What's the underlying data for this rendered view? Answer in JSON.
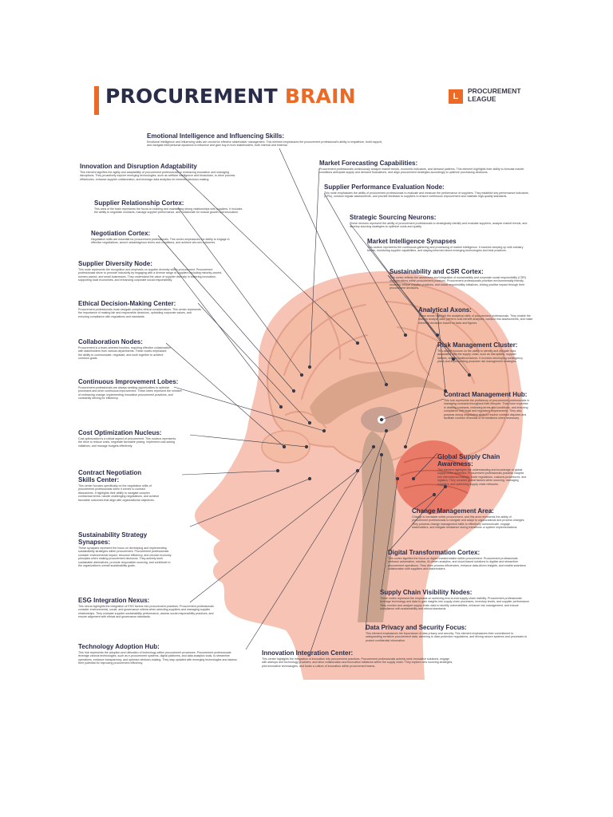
{
  "header": {
    "title_main": "PROCUREMENT ",
    "title_accent": "BRAIN",
    "logo_line1": "PROCUREMENT",
    "logo_line2": "LEAGUE"
  },
  "callouts": [
    {
      "title": "Emotional Intelligence and Influencing Skills:",
      "body": "Emotional intelligence and influencing skills are crucial for effective stakeholder management. This element emphasizes the procurement professional's ability to empathize, build rapport, and navigate interpersonal dynamics to influence and gain buy-in from stakeholders, both internal and external."
    },
    {
      "title": "Innovation and Disruption Adaptability",
      "body": "This element signifies the agility and adaptability of procurement professionals in embracing innovation and managing disruptions. They proactively explore emerging technologies, such as artificial intelligence and blockchain, to drive process efficiencies, enhance supplier collaboration, and leverage data analytics for informed decision-making."
    },
    {
      "title": "Market Forecasting Capabilities:",
      "body": "Procurement professionals continuously analyze market trends, economic indicators, and demand patterns. This element highlights their ability to forecast market conditions anticipate supply and demand fluctuations, and align procurement strategies accordingly to optimize purchasing decisions."
    },
    {
      "title": "Supplier Relationship Cortex:",
      "body": "This area of the brain represents the focus on building and maintaining strong relationships with suppliers. It includes the ability to negotiate contracts, manage supplier performance, and collaborate for mutual growth and innovation."
    },
    {
      "title": "Supplier Performance Evaluation Node:",
      "body": "This node emphasizes the ability of procurement professionals to evaluate and measure the performance of suppliers. They establish key performance indicators (KPIs), conduct regular assessments, and provide feedback to suppliers to ensure continuous improvement and maintain high-quality standards."
    },
    {
      "title": "Strategic Sourcing Neurons:",
      "body": "These neurons represent the ability of procurement professionals to strategically identify and evaluate suppliers, analyze market trends, and develop sourcing strategies to optimize costs and quality."
    },
    {
      "title": "Negotiation Cortex:",
      "body": "Negotiation skills are essential for procurement professionals. This cortex emphasizes the ability to engage in effective negotiations, secure advantageous terms and conditions, and achieve win-win outcomes."
    },
    {
      "title": "Market Intelligence Synapses",
      "body": "This section represents the continuous gathering and processing of market intelligence. It involves keeping up with industry trends, monitoring supplier capabilities, and staying informed about emerging technologies and best practices."
    },
    {
      "title": "Supplier Diversity Node:",
      "body": "This node represents the recognition and emphasis on supplier diversity within procurement. Procurement professionals strive to promote inclusivity by engaging with a diverse range of suppliers including minority-owned, women-owned, and small businesses. They understand the value of supplier diversity in fostering innovation, supporting local economies, and enhancing corporate social responsibility."
    },
    {
      "title": "Sustainability and CSR Cortex:",
      "body": "This cortex reflects the awareness and integration of sustainability and corporate social responsibility (CSR) considerations within procurement practices. Procurement professionals prioritize environmentally friendly sourcing, ethical supplier practices, and social responsibility initiatives, driving positive impact through their procurement decisions."
    },
    {
      "title": "Ethical Decision-Making Center:",
      "body": "Procurement professionals must navigate complex ethical considerations. This center represents the importance of making fair and responsible decisions, upholding corporate values, and ensuring compliance with regulations and standards."
    },
    {
      "title": "Analytical Axons:",
      "body": "These axons highlight the analytical skills of procurement professionals. They enable the brain to analyze data, perform cost-benefit analyses, conduct risk assessments, and make informed decisions based on facts and figures."
    },
    {
      "title": "Collaboration Nodes:",
      "body": "Procurement is a team-oriented function, requiring effective collaboration with stakeholders from various departments. These nodes emphasize the ability to communicate, negotiate, and work together to achieve common goals."
    },
    {
      "title": "Risk Management Cluster:",
      "body": "This cluster focuses on the ability to identify and mitigate risks associated with the supply chain, such as disruptions, supplier failures, and geopolitical factors. It involves developing contingency plans and implementing proactive risk management strategies."
    },
    {
      "title": "Continuous Improvement Lobes:",
      "body": "Procurement professionals are always seeking opportunities to optimize processes and drive continuous improvement. These lobes represent the mindset of embracing change, implementing innovative procurement practices, and constantly striving for efficiency."
    },
    {
      "title": "Contract Management Hub:",
      "body": "This hub represents the proficiency of procurement professionals in managing contracts throughout their lifecycle. They have expertise in drafting contracts, reviewing terms and conditions, and ensuring compliance with legal and regulatory requirements. They also possess strong negotiation skills to resolve contract disputes and facilitate contract renewals or terminations when necessary."
    },
    {
      "title": "Cost Optimization Nucleus:",
      "body": "Cost optimization is a critical aspect of procurement. This nucleus represents the drive to reduce costs, negotiate favorable pricing, implement cost-saving initiatives, and manage budgets effectively."
    },
    {
      "title": "Global Supply Chain Awareness:",
      "body": "This element highlights the understanding and knowledge of global supply chain dynamics. Procurement professionals possess insights into international markets, trade regulations, customs procedures, and logistics. They consider global factors when sourcing, managing suppliers, and optimizing supply chain networks."
    },
    {
      "title": "Contract Negotiation Skills Center:",
      "body": "This center focuses specifically on the negotiation skills of procurement professionals when it comes to contract discussions. It highlights their ability to navigate complex contractual terms, handle challenging negotiations, and achieve favorable outcomes that align with organizational objectives."
    },
    {
      "title": "Change Management Area:",
      "body": "Change is inevitable within procurement, and this area represents the ability of procurement professionals to navigate and adapt to organizational and process changes. They possess change management skills to effectively communicate, engage stakeholders, and mitigate resistance during transitions or system implementations."
    },
    {
      "title": "Sustainability Strategy Synapses:",
      "body": "These synapses represent the focus on developing and implementing sustainability strategies within procurement. Procurement professionals consider environmental impact, resource efficiency, and circular economy principles when making procurement decisions. They actively seek sustainable alternatives, promote responsible sourcing, and contribute to the organization's overall sustainability goals."
    },
    {
      "title": "Digital Transformation Cortex:",
      "body": "This cortex signifies the focus on digital transformation within procurement. Procurement professionals embrace automation, robotics, AI-driven analytics, and cloud-based solutions to digitize and streamline procurement operations. They drive process efficiencies, enhance data-driven insights, and enable seamless collaboration with suppliers and stakeholders."
    },
    {
      "title": "ESG Integration Nexus:",
      "body": "This nexus highlights the integration of ESG factors into procurement practices. Procurement professionals consider environmental, social, and governance criteria when selecting suppliers and managing supplier relationships. They evaluate supplier sustainability performance, assess social responsibility practices, and ensure alignment with ethical and governance standards."
    },
    {
      "title": "Supply Chain Visibility Nodes:",
      "body": "These nodes represent the emphasis on achieving end-to-end supply chain visibility. Procurement professionals leverage technology and data to gain insights into supply chain processes, inventory levels, and supplier performance. They monitor and analyze supply chain data to identify vulnerabilities, enhance risk management, and ensure compliance with sustainability and ethical standards."
    },
    {
      "title": "Data Privacy and Security Focus:",
      "body": "This element emphasizes the importance of data privacy and security. This element emphasizes their commitment to safeguarding sensitive procurement data, adhering to data protection regulations, and driving secure systems and processes to protect confidential information."
    },
    {
      "title": "Technology Adoption Hub:",
      "body": "This hub represents the adoption and utilization of technology within procurement processes. Procurement professionals leverage various technologies, such as e-procurement systems, digital platforms, and data analytics tools, to streamline operations, enhance transparency, and optimize decision-making. They stay updated with emerging technologies and assess their potential for improving procurement efficiency."
    },
    {
      "title": "Innovation Integration Center:",
      "body": "This center highlights the integration of innovation into procurement practices. Procurement professionals actively seek innovative solutions, engage with startups and technology providers, and drive collaboration and innovation initiatives within the supply chain. They explore new sourcing strategies, pilot innovative technologies, and foster a culture of innovation within procurement teams."
    }
  ]
}
